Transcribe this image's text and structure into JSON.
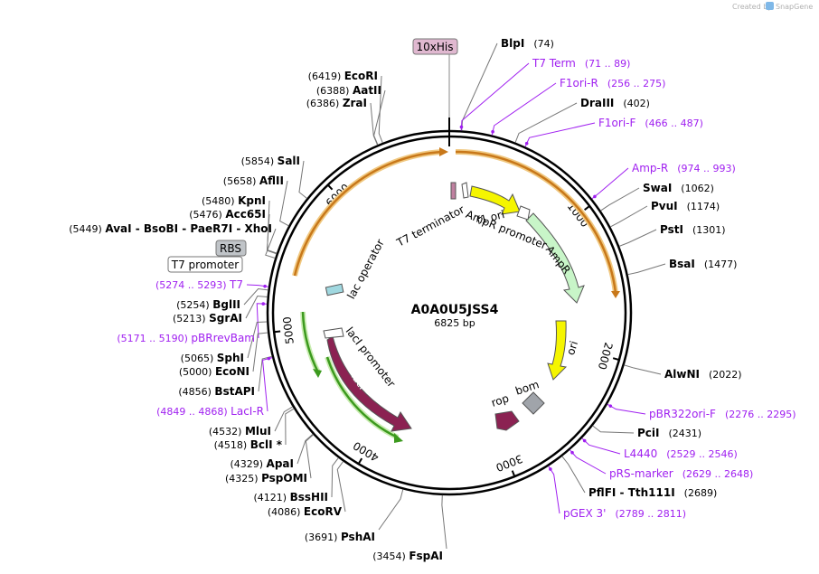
{
  "header": {
    "credit_prefix": "Created by",
    "credit_brand": "SnapGene"
  },
  "plasmid": {
    "name": "A0A0U5JSS4",
    "length_label": "6825 bp",
    "length": 6825
  },
  "ticks": [
    {
      "pos": 1000,
      "label": "1000"
    },
    {
      "pos": 2000,
      "label": "2000"
    },
    {
      "pos": 3000,
      "label": "3000"
    },
    {
      "pos": 4000,
      "label": "4000"
    },
    {
      "pos": 5000,
      "label": "5000"
    },
    {
      "pos": 6000,
      "label": "6000"
    }
  ],
  "tag_labels": {
    "his": "10xHis",
    "rbs": "RBS",
    "t7_promoter": "T7 promoter"
  },
  "features": {
    "t7_terminator": "T7 terminator",
    "f1_ori": "f1 ori",
    "ampr_promoter": "AmpR promoter",
    "ampr": "AmpR",
    "ori": "ori",
    "rop": "rop",
    "bom": "bom",
    "laci": "lacI",
    "laci_promoter": "lacI promoter",
    "lac_operator": "lac operator"
  },
  "right_labels": [
    {
      "name": "BlpI",
      "coords": "(74)",
      "kind": "site"
    },
    {
      "name": "T7 Term",
      "coords": "(71 .. 89)",
      "kind": "primer"
    },
    {
      "name": "F1ori-R",
      "coords": "(256 .. 275)",
      "kind": "primer"
    },
    {
      "name": "DraIII",
      "coords": "(402)",
      "kind": "site"
    },
    {
      "name": "F1ori-F",
      "coords": "(466 .. 487)",
      "kind": "primer"
    },
    {
      "name": "Amp-R",
      "coords": "(974 .. 993)",
      "kind": "primer"
    },
    {
      "name": "SwaI",
      "coords": "(1062)",
      "kind": "site"
    },
    {
      "name": "PvuI",
      "coords": "(1174)",
      "kind": "site"
    },
    {
      "name": "PstI",
      "coords": "(1301)",
      "kind": "site"
    },
    {
      "name": "BsaI",
      "coords": "(1477)",
      "kind": "site"
    },
    {
      "name": "AlwNI",
      "coords": "(2022)",
      "kind": "site"
    },
    {
      "name": "pBR322ori-F",
      "coords": "(2276 .. 2295)",
      "kind": "primer"
    },
    {
      "name": "PciI",
      "coords": "(2431)",
      "kind": "site"
    },
    {
      "name": "L4440",
      "coords": "(2529 .. 2546)",
      "kind": "primer"
    },
    {
      "name": "pRS-marker",
      "coords": "(2629 .. 2648)",
      "kind": "primer"
    },
    {
      "name": "PflFI - Tth111I",
      "coords": "(2689)",
      "kind": "site"
    },
    {
      "name": "pGEX 3'",
      "coords": "(2789 .. 2811)",
      "kind": "primer"
    }
  ],
  "left_labels": [
    {
      "coords": "(6419)",
      "name": "EcoRI",
      "kind": "site"
    },
    {
      "coords": "(6388)",
      "name": "AatII",
      "kind": "site"
    },
    {
      "coords": "(6386)",
      "name": "ZraI",
      "kind": "site"
    },
    {
      "coords": "(5854)",
      "name": "SalI",
      "kind": "site"
    },
    {
      "coords": "(5658)",
      "name": "AflII",
      "kind": "site"
    },
    {
      "coords": "(5480)",
      "name": "KpnI",
      "kind": "site"
    },
    {
      "coords": "(5476)",
      "name": "Acc65I",
      "kind": "site"
    },
    {
      "coords": "(5449)",
      "name": "AvaI - BsoBI - PaeR7I - XhoI",
      "kind": "site"
    },
    {
      "coords": "(5274 .. 5293)",
      "name": "T7",
      "kind": "primer"
    },
    {
      "coords": "(5254)",
      "name": "BglII",
      "kind": "site"
    },
    {
      "coords": "(5213)",
      "name": "SgrAI",
      "kind": "site"
    },
    {
      "coords": "(5171 .. 5190)",
      "name": "pBRrevBam",
      "kind": "primer"
    },
    {
      "coords": "(5065)",
      "name": "SphI",
      "kind": "site"
    },
    {
      "coords": "(5000)",
      "name": "EcoNI",
      "kind": "site"
    },
    {
      "coords": "(4856)",
      "name": "BstAPI",
      "kind": "site"
    },
    {
      "coords": "(4849 .. 4868)",
      "name": "LacI-R",
      "kind": "primer"
    },
    {
      "coords": "(4532)",
      "name": "MluI",
      "kind": "site"
    },
    {
      "coords": "(4518)",
      "name": "BclI *",
      "kind": "site"
    },
    {
      "coords": "(4329)",
      "name": "ApaI",
      "kind": "site"
    },
    {
      "coords": "(4325)",
      "name": "PspOMI",
      "kind": "site"
    },
    {
      "coords": "(4121)",
      "name": "BssHII",
      "kind": "site"
    },
    {
      "coords": "(4086)",
      "name": "EcoRV",
      "kind": "site"
    }
  ],
  "bottom_labels": [
    {
      "coords": "(3691)",
      "name": "PshAI",
      "kind": "site"
    },
    {
      "coords": "(3454)",
      "name": "FspAI",
      "kind": "site"
    }
  ],
  "colors": {
    "backbone": "#000000",
    "primer": "#a020f0",
    "orange_arc": "#e8a33a",
    "green_arc": "#6ab023",
    "ori": "#f5f500",
    "ampr": "#c8f5c8",
    "laci": "#8b2252",
    "his_tag": "#e0b8d0",
    "rbs_tag": "#c0c4c8",
    "bom": "#a0a4aa"
  }
}
